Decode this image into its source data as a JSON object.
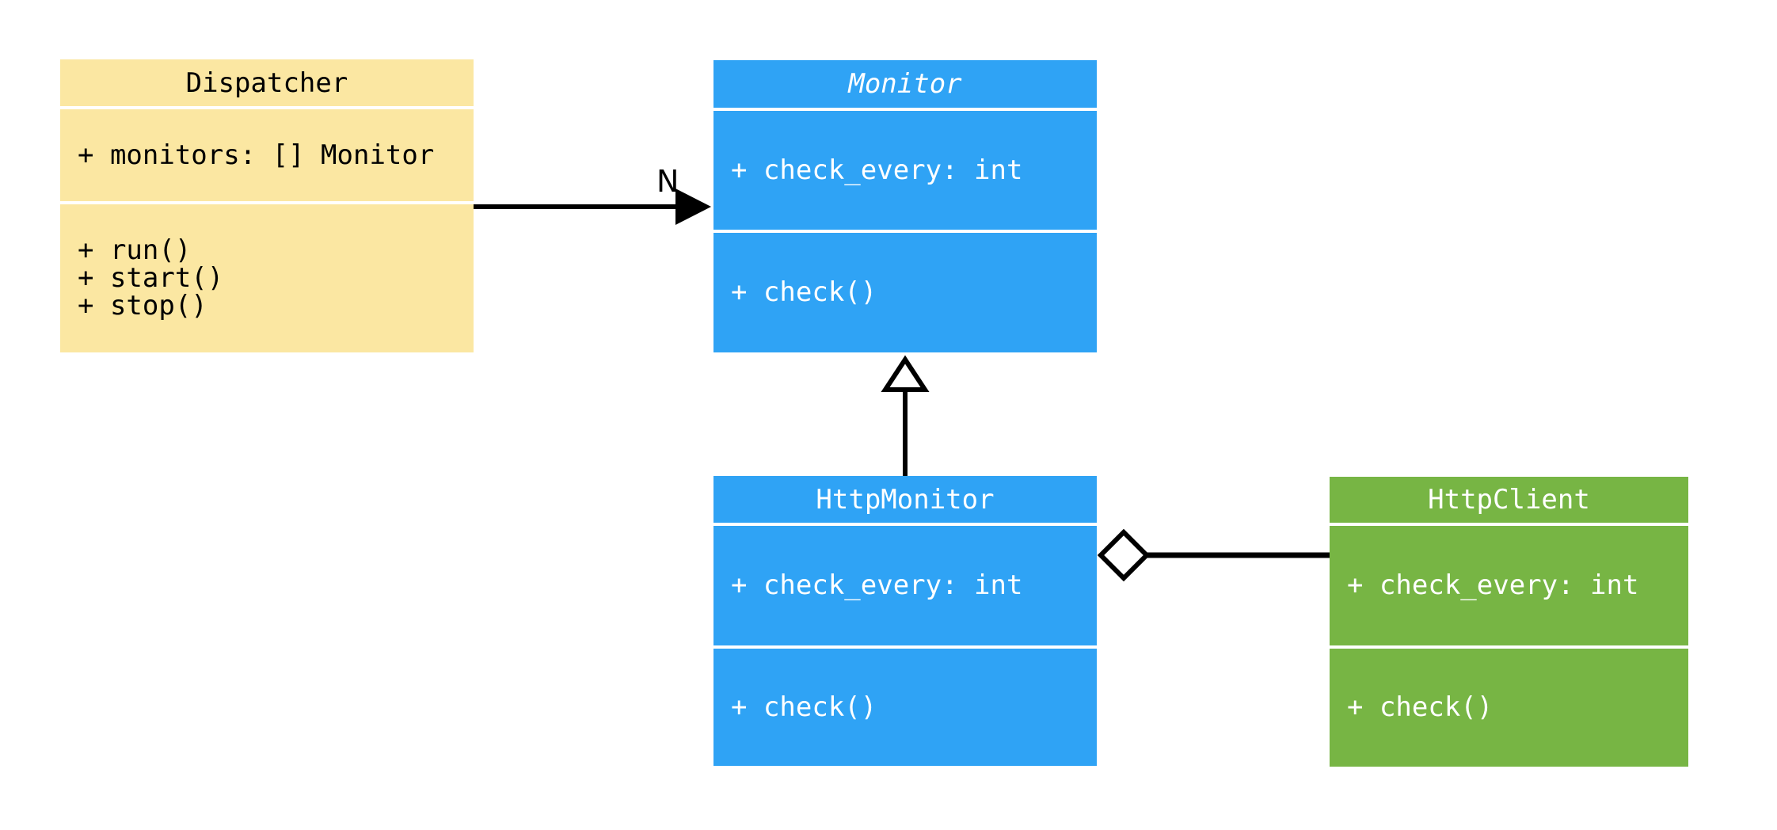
{
  "diagram": {
    "type": "uml-class-diagram",
    "background_color": "#FFFFFF",
    "edge_color": "#000000",
    "classes": [
      {
        "name": "Dispatcher",
        "title": "Dispatcher",
        "abstract": false,
        "fill_color": "#FBE7A2",
        "text_color": "#000000",
        "attributes": [
          "+ monitors: [] Monitor"
        ],
        "methods": [
          "+ run()",
          "+ start()",
          "+ stop()"
        ]
      },
      {
        "name": "Monitor",
        "title": "Monitor",
        "abstract": true,
        "fill_color": "#2FA3F5",
        "text_color": "#FFFFFF",
        "attributes": [
          "+ check_every: int"
        ],
        "methods": [
          "+ check()"
        ]
      },
      {
        "name": "HttpMonitor",
        "title": "HttpMonitor",
        "abstract": false,
        "fill_color": "#2FA3F5",
        "text_color": "#FFFFFF",
        "attributes": [
          "+ check_every: int"
        ],
        "methods": [
          "+ check()"
        ]
      },
      {
        "name": "HttpClient",
        "title": "HttpClient",
        "abstract": false,
        "fill_color": "#77B544",
        "text_color": "#FFFFFF",
        "attributes": [
          "+ check_every: int"
        ],
        "methods": [
          "+ check()"
        ]
      }
    ],
    "edges": [
      {
        "from": "Dispatcher",
        "to": "Monitor",
        "type": "directed-association",
        "label": "N"
      },
      {
        "from": "HttpMonitor",
        "to": "Monitor",
        "type": "inheritance"
      },
      {
        "from": "HttpMonitor",
        "to": "HttpClient",
        "type": "aggregation"
      }
    ]
  }
}
